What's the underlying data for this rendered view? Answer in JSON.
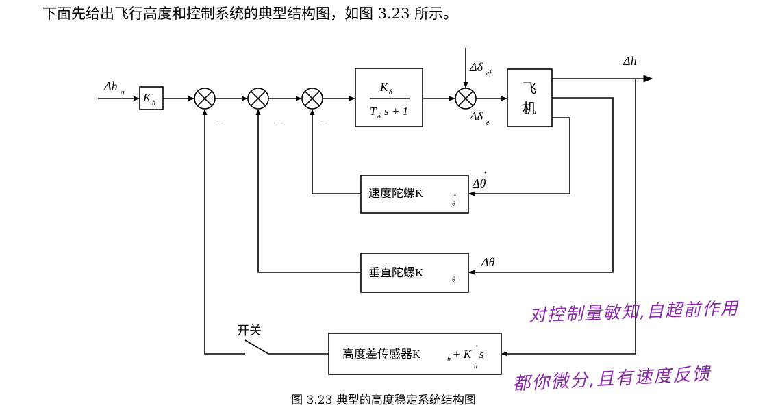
{
  "intro_text": "下面先给出飞行高度和控制系统的典型结构图，如图 3.23 所示。",
  "caption": "图 3.23  典型的高度稳定系统结构图",
  "handwritten_notes": [
    "对控制量敏知,自超前作用",
    "都你微分,且有速度反馈"
  ],
  "diagram": {
    "input_label": "Δh",
    "input_sub": "g",
    "gain_block": {
      "main": "K",
      "sub": "h"
    },
    "servo_block": {
      "num": "K",
      "num_sub": "δ",
      "den_a": "T",
      "den_sub": "δ",
      "den_b": "s + 1"
    },
    "disturbance_label": "Δδ",
    "disturbance_sub": "ef",
    "servo_out_label": "Δδ",
    "servo_out_sub": "e",
    "aircraft_block": [
      "飞",
      "机"
    ],
    "output_label": "Δh",
    "rate_gyro_block": {
      "text": "速度陀螺K",
      "sub": "θ"
    },
    "rate_gyro_signal": "Δθ",
    "rate_gyro_signal_dot": "·",
    "vertical_gyro_block": {
      "text": "垂直陀螺K",
      "sub": "θ"
    },
    "vertical_gyro_signal": "Δθ",
    "height_sensor_block": {
      "text": "高度差传感器K",
      "sub1": "h",
      "mid": " + K",
      "sub2": "h",
      "tail": "s"
    },
    "height_sensor_dot": "·",
    "switch_label": "开关",
    "minus_sign": "_",
    "colors": {
      "line": "#000000",
      "handwriting": "#8a2aa8"
    }
  }
}
